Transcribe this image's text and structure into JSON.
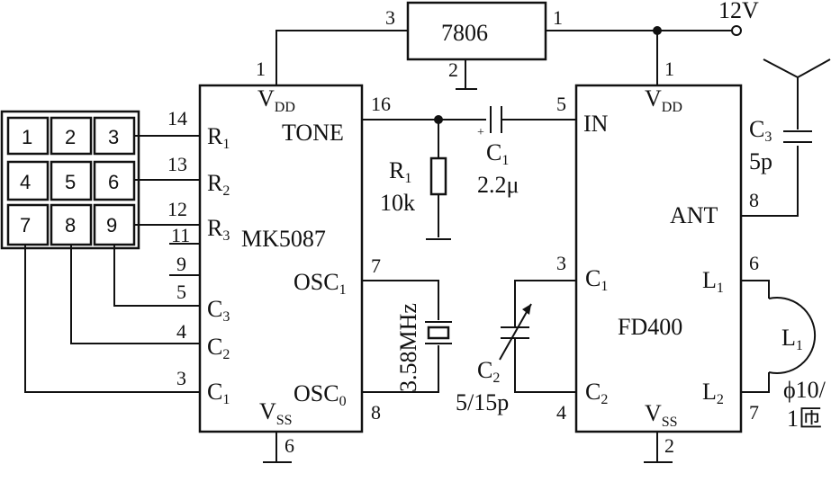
{
  "regulator": {
    "label": "7806",
    "pin_in": "3",
    "pin_out": "1",
    "pin_gnd": "2"
  },
  "supply": {
    "label": "12V"
  },
  "keypad": {
    "keys": [
      "1",
      "2",
      "3",
      "4",
      "5",
      "6",
      "7",
      "8",
      "9"
    ]
  },
  "mk5087": {
    "name": "MK5087",
    "vdd": "V",
    "vdd_sub": "DD",
    "vdd_pin": "1",
    "vss": "V",
    "vss_sub": "SS",
    "vss_pin": "6",
    "tone": "TONE",
    "tone_pin": "16",
    "r1": "R",
    "r1_sub": "1",
    "r1_pin": "14",
    "r2": "R",
    "r2_sub": "2",
    "r2_pin": "13",
    "r3": "R",
    "r3_sub": "3",
    "r3_pin": "12",
    "pin11": "11",
    "pin9": "9",
    "c3": "C",
    "c3_sub": "3",
    "c3_pin": "5",
    "c2": "C",
    "c2_sub": "2",
    "c2_pin": "4",
    "c1": "C",
    "c1_sub": "1",
    "c1_pin": "3",
    "osc1": "OSC",
    "osc1_sub": "1",
    "osc1_pin": "7",
    "osc0": "OSC",
    "osc0_sub": "0",
    "osc0_pin": "8"
  },
  "r1": {
    "name": "R",
    "sub": "1",
    "value": "10k"
  },
  "c1": {
    "name": "C",
    "sub": "1",
    "value": "2.2μ",
    "polarity": "+"
  },
  "crystal": {
    "value": "3.58MHz"
  },
  "c2": {
    "name": "C",
    "sub": "2",
    "value": "5/15p"
  },
  "c3": {
    "name": "C",
    "sub": "3",
    "value": "5p"
  },
  "fd400": {
    "name": "FD400",
    "vdd": "V",
    "vdd_sub": "DD",
    "vdd_pin": "1",
    "vss": "V",
    "vss_sub": "SS",
    "vss_pin": "2",
    "in": "IN",
    "in_pin": "5",
    "c1": "C",
    "c1_sub": "1",
    "c1_pin": "3",
    "c2": "C",
    "c2_sub": "2",
    "c2_pin": "4",
    "ant": "ANT",
    "ant_pin": "8",
    "l1": "L",
    "l1_sub": "1",
    "l1_pin": "6",
    "l2": "L",
    "l2_sub": "2",
    "l2_pin": "7"
  },
  "l1": {
    "name": "L",
    "sub": "1",
    "spec_line1": "ϕ10/",
    "spec_line2": "1匝"
  }
}
